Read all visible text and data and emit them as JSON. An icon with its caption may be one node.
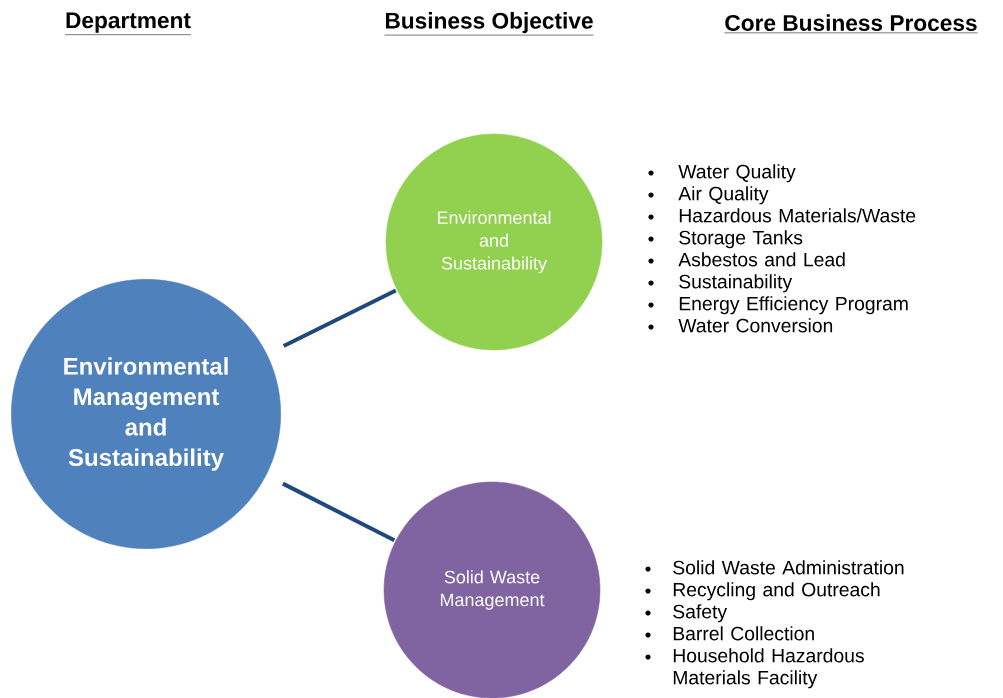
{
  "diagram": {
    "nodes": [
      {
        "text": [
          "Environmental Management and Sustainability"
        ]
      },
      {
        "text": [
          "Environmental and Sustainability"
        ]
      },
      {
        "text": [
          "Solid Waste Management"
        ]
      }
    ],
    "edges": [
      {
        "from": 0,
        "to": 1,
        "arrow": "none"
      },
      {
        "from": 0,
        "to": 2,
        "arrow": "none"
      }
    ],
    "labels": [
      "Department",
      "Business Objective",
      "Core Business Process",
      "Water Quality",
      "Air Quality",
      "Hazardous Materials/Waste",
      "Storage Tanks",
      "Asbestos and Lead",
      "Sustainability",
      "Energy Efficiency Program",
      "Water Conversion",
      "Solid Waste Administration",
      "Recycling and Outreach",
      "Safety",
      "Barrel Collection",
      "Household Hazardous Materials Facility"
    ]
  }
}
